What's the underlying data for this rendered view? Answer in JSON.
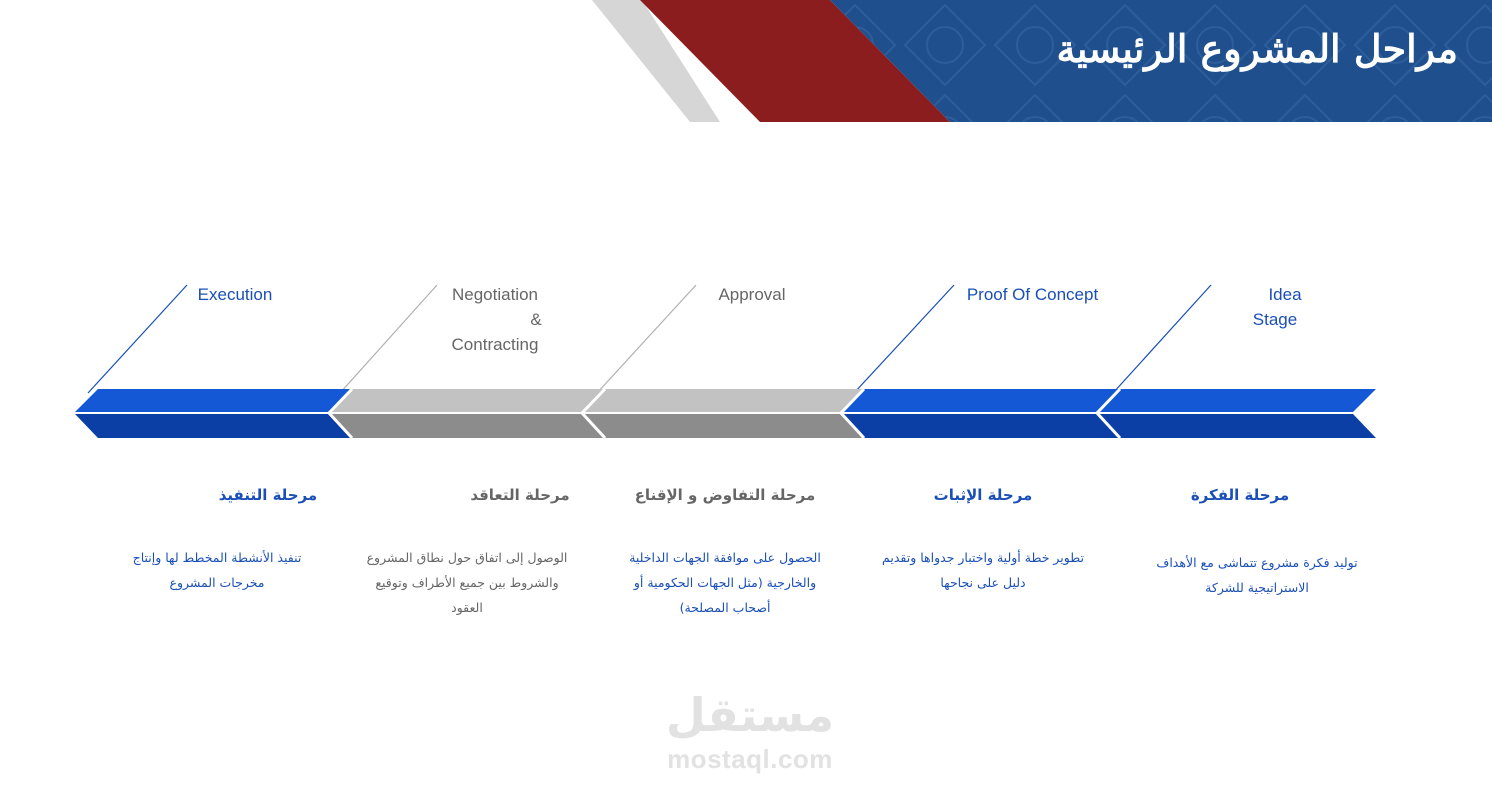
{
  "page_title": "مراحل المشروع الرئيسية",
  "colors": {
    "banner_blue": "#1f4f8c",
    "banner_red": "#8b1d1f",
    "banner_silver": "#d6d6d6",
    "stage_blue_top": "#1558d6",
    "stage_blue_bottom": "#0b3fa6",
    "stage_grey_top": "#c2c2c2",
    "stage_grey_bottom": "#8c8c8c",
    "text_blue": "#1a4fb7",
    "text_grey": "#666666"
  },
  "stages": [
    {
      "en_label_lines": [
        "Idea",
        "Stage"
      ],
      "ar_title": "مرحلة الفكرة",
      "ar_description": "توليد فكرة مشروع تتماشى مع الأهداف الاستراتيجية للشركة",
      "color": "blue"
    },
    {
      "en_label_lines": [
        "Proof Of Concept"
      ],
      "ar_title": "مرحلة الإثبات",
      "ar_description": "تطوير خطة أولية واختبار جدواها وتقديم دليل على نجاحها",
      "color": "blue"
    },
    {
      "en_label_lines": [
        "Approval"
      ],
      "ar_title": "مرحلة التفاوض و الإقناع",
      "ar_description": "الحصول على موافقة الجهات الداخلية والخارجية (مثل الجهات الحكومية أو أصحاب المصلحة)",
      "color": "grey"
    },
    {
      "en_label_lines": [
        "Negotiation",
        "&",
        "Contracting"
      ],
      "ar_title": "مرحلة التعاقد",
      "ar_description": "الوصول إلى اتفاق حول نطاق المشروع والشروط بين جميع الأطراف وتوقيع العقود",
      "color": "grey"
    },
    {
      "en_label_lines": [
        "Execution"
      ],
      "ar_title": "مرحلة التنفيذ",
      "ar_description": "تنفيذ الأنشطة المخطط لها وإنتاج مخرجات المشروع",
      "color": "blue"
    }
  ],
  "watermark": {
    "logo_text": "مستقل",
    "url": "mostaql.com"
  }
}
